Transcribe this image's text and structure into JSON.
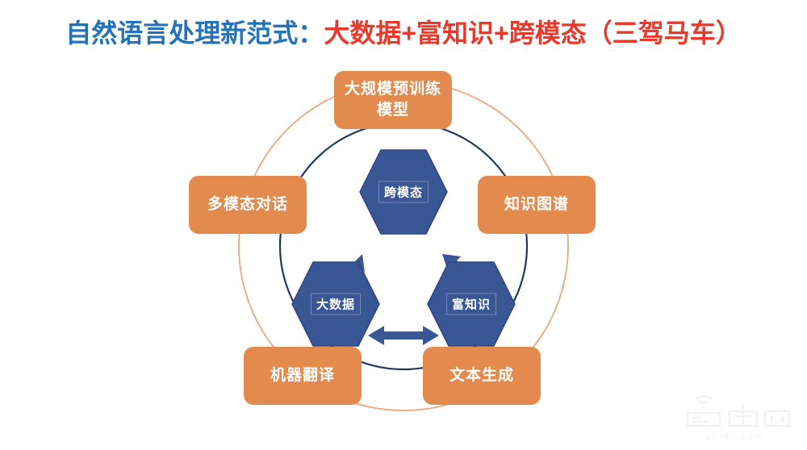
{
  "title": {
    "blue_part": "自然语言处理新范式：",
    "red_part": "大数据+富知识+跨模态（三驾马车）"
  },
  "colors": {
    "title_blue": "#2472B8",
    "title_red": "#E8392A",
    "pill_orange": "#E38B4F",
    "hexagon_blue": "#3A5795",
    "outer_ring_orange": "#E8A87C",
    "inner_ring_blue": "#1F3864",
    "arrow_blue": "#3A5795",
    "background": "#FFFFFF",
    "watermark_gray": "#F2F2F2"
  },
  "diagram": {
    "outer_ring_label": "outer-orange-ring",
    "inner_ring_label": "inner-blue-ring",
    "applications": [
      {
        "id": "top",
        "label": "大规模预训练\n模型",
        "line1": "大规模预训练",
        "line2": "模型"
      },
      {
        "id": "left",
        "label": "多模态对话"
      },
      {
        "id": "right",
        "label": "知识图谱"
      },
      {
        "id": "bottom-left",
        "label": "机器翻译"
      },
      {
        "id": "bottom-right",
        "label": "文本生成"
      }
    ],
    "core_nodes": [
      {
        "id": "cross-modal",
        "label": "跨模态"
      },
      {
        "id": "big-data",
        "label": "大数据"
      },
      {
        "id": "knowledge",
        "label": "富知识"
      }
    ],
    "connections": [
      {
        "from": "big-data",
        "to": "cross-modal",
        "type": "double-arrow"
      },
      {
        "from": "cross-modal",
        "to": "knowledge",
        "type": "double-arrow"
      },
      {
        "from": "big-data",
        "to": "knowledge",
        "type": "double-arrow"
      }
    ]
  },
  "watermark": {
    "brand": "智东西",
    "url": "zhidx.com"
  }
}
